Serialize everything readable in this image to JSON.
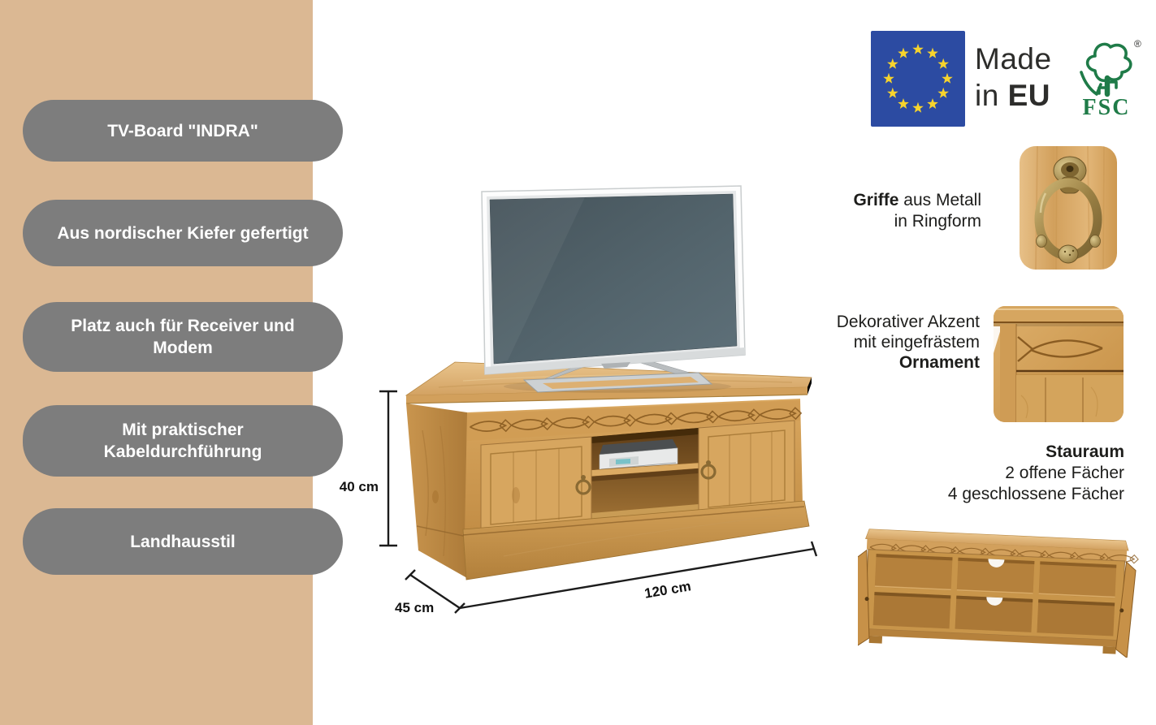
{
  "badges": [
    {
      "label": "TV-Board \"INDRA\""
    },
    {
      "label": "Aus nordischer Kiefer gefertigt"
    },
    {
      "label": "Platz auch für Receiver und Modem"
    },
    {
      "label": "Mit praktischer Kabeldurchführung"
    },
    {
      "label": "Landhausstil"
    }
  ],
  "made_in_eu": {
    "line1": "Made",
    "line2_prefix": "in ",
    "line2_bold": "EU"
  },
  "fsc": {
    "label": "FSC",
    "registered": "®"
  },
  "dimensions": {
    "height": "40 cm",
    "width": "120 cm",
    "depth": "45 cm"
  },
  "callouts": {
    "handle": {
      "line1_bold": "Griffe",
      "line1_rest": " aus Metall",
      "line2": "in Ringform"
    },
    "ornament": {
      "line1": "Dekorativer Akzent",
      "line2": "mit eingefrästem",
      "line3_bold": "Ornament"
    },
    "storage": {
      "title": "Stauraum",
      "line1": "2 offene Fächer",
      "line2": "4 geschlossene Fächer"
    }
  },
  "icons": {
    "eu_flag": "eu-flag-twelve-stars",
    "fsc_tree": "fsc-tree-checkmark-logo",
    "ring_handle": "metal-ring-handle",
    "carved_ornament": "carved-wood-ornament",
    "open_board": "tv-board-open-compartments"
  },
  "colors": {
    "accent_band": "#dbb893",
    "badge_gray": "#7d7d7d",
    "eu_blue": "#2c4ba2",
    "star_yellow": "#f6d32d",
    "fsc_green": "#1f7b48",
    "wood": "#d2a05c",
    "tv_screen": "#52626a"
  }
}
